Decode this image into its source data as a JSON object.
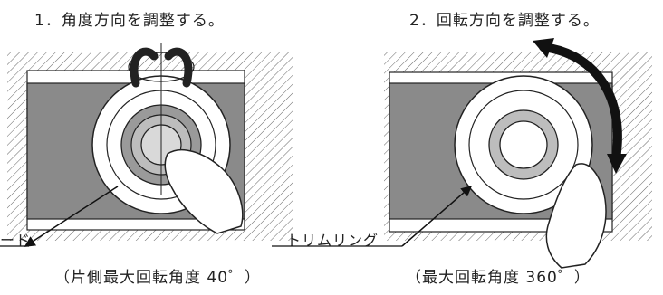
{
  "step1": {
    "title": "1．角度方向を調整する。",
    "caption": "（片側最大回転角度 40゜）"
  },
  "step2": {
    "title": "2．回転方向を調整する。",
    "caption": "（最大回転角度 360゜）"
  },
  "labels": {
    "left_partial": "ード",
    "trim_ring": "トリムリング"
  }
}
